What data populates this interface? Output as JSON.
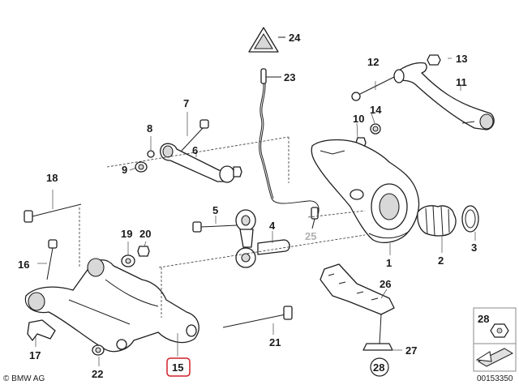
{
  "diagram": {
    "labels": {
      "p1": "1",
      "p2": "2",
      "p3": "3",
      "p4": "4",
      "p5": "5",
      "p6": "6",
      "p7": "7",
      "p8": "8",
      "p9": "9",
      "p10": "10",
      "p11": "11",
      "p12": "12",
      "p13": "13",
      "p14": "14",
      "p15": "15",
      "p16": "16",
      "p17": "17",
      "p18": "18",
      "p19": "19",
      "p20": "20",
      "p21": "21",
      "p22": "22",
      "p23": "23",
      "p24": "24",
      "p25": "25",
      "p26": "26",
      "p27": "27",
      "p28": "28"
    },
    "copyright": "© BMW AG",
    "image_number": "00153350",
    "highlight_color": "#d0202a",
    "faded_label_color": "#b0b0b0"
  }
}
